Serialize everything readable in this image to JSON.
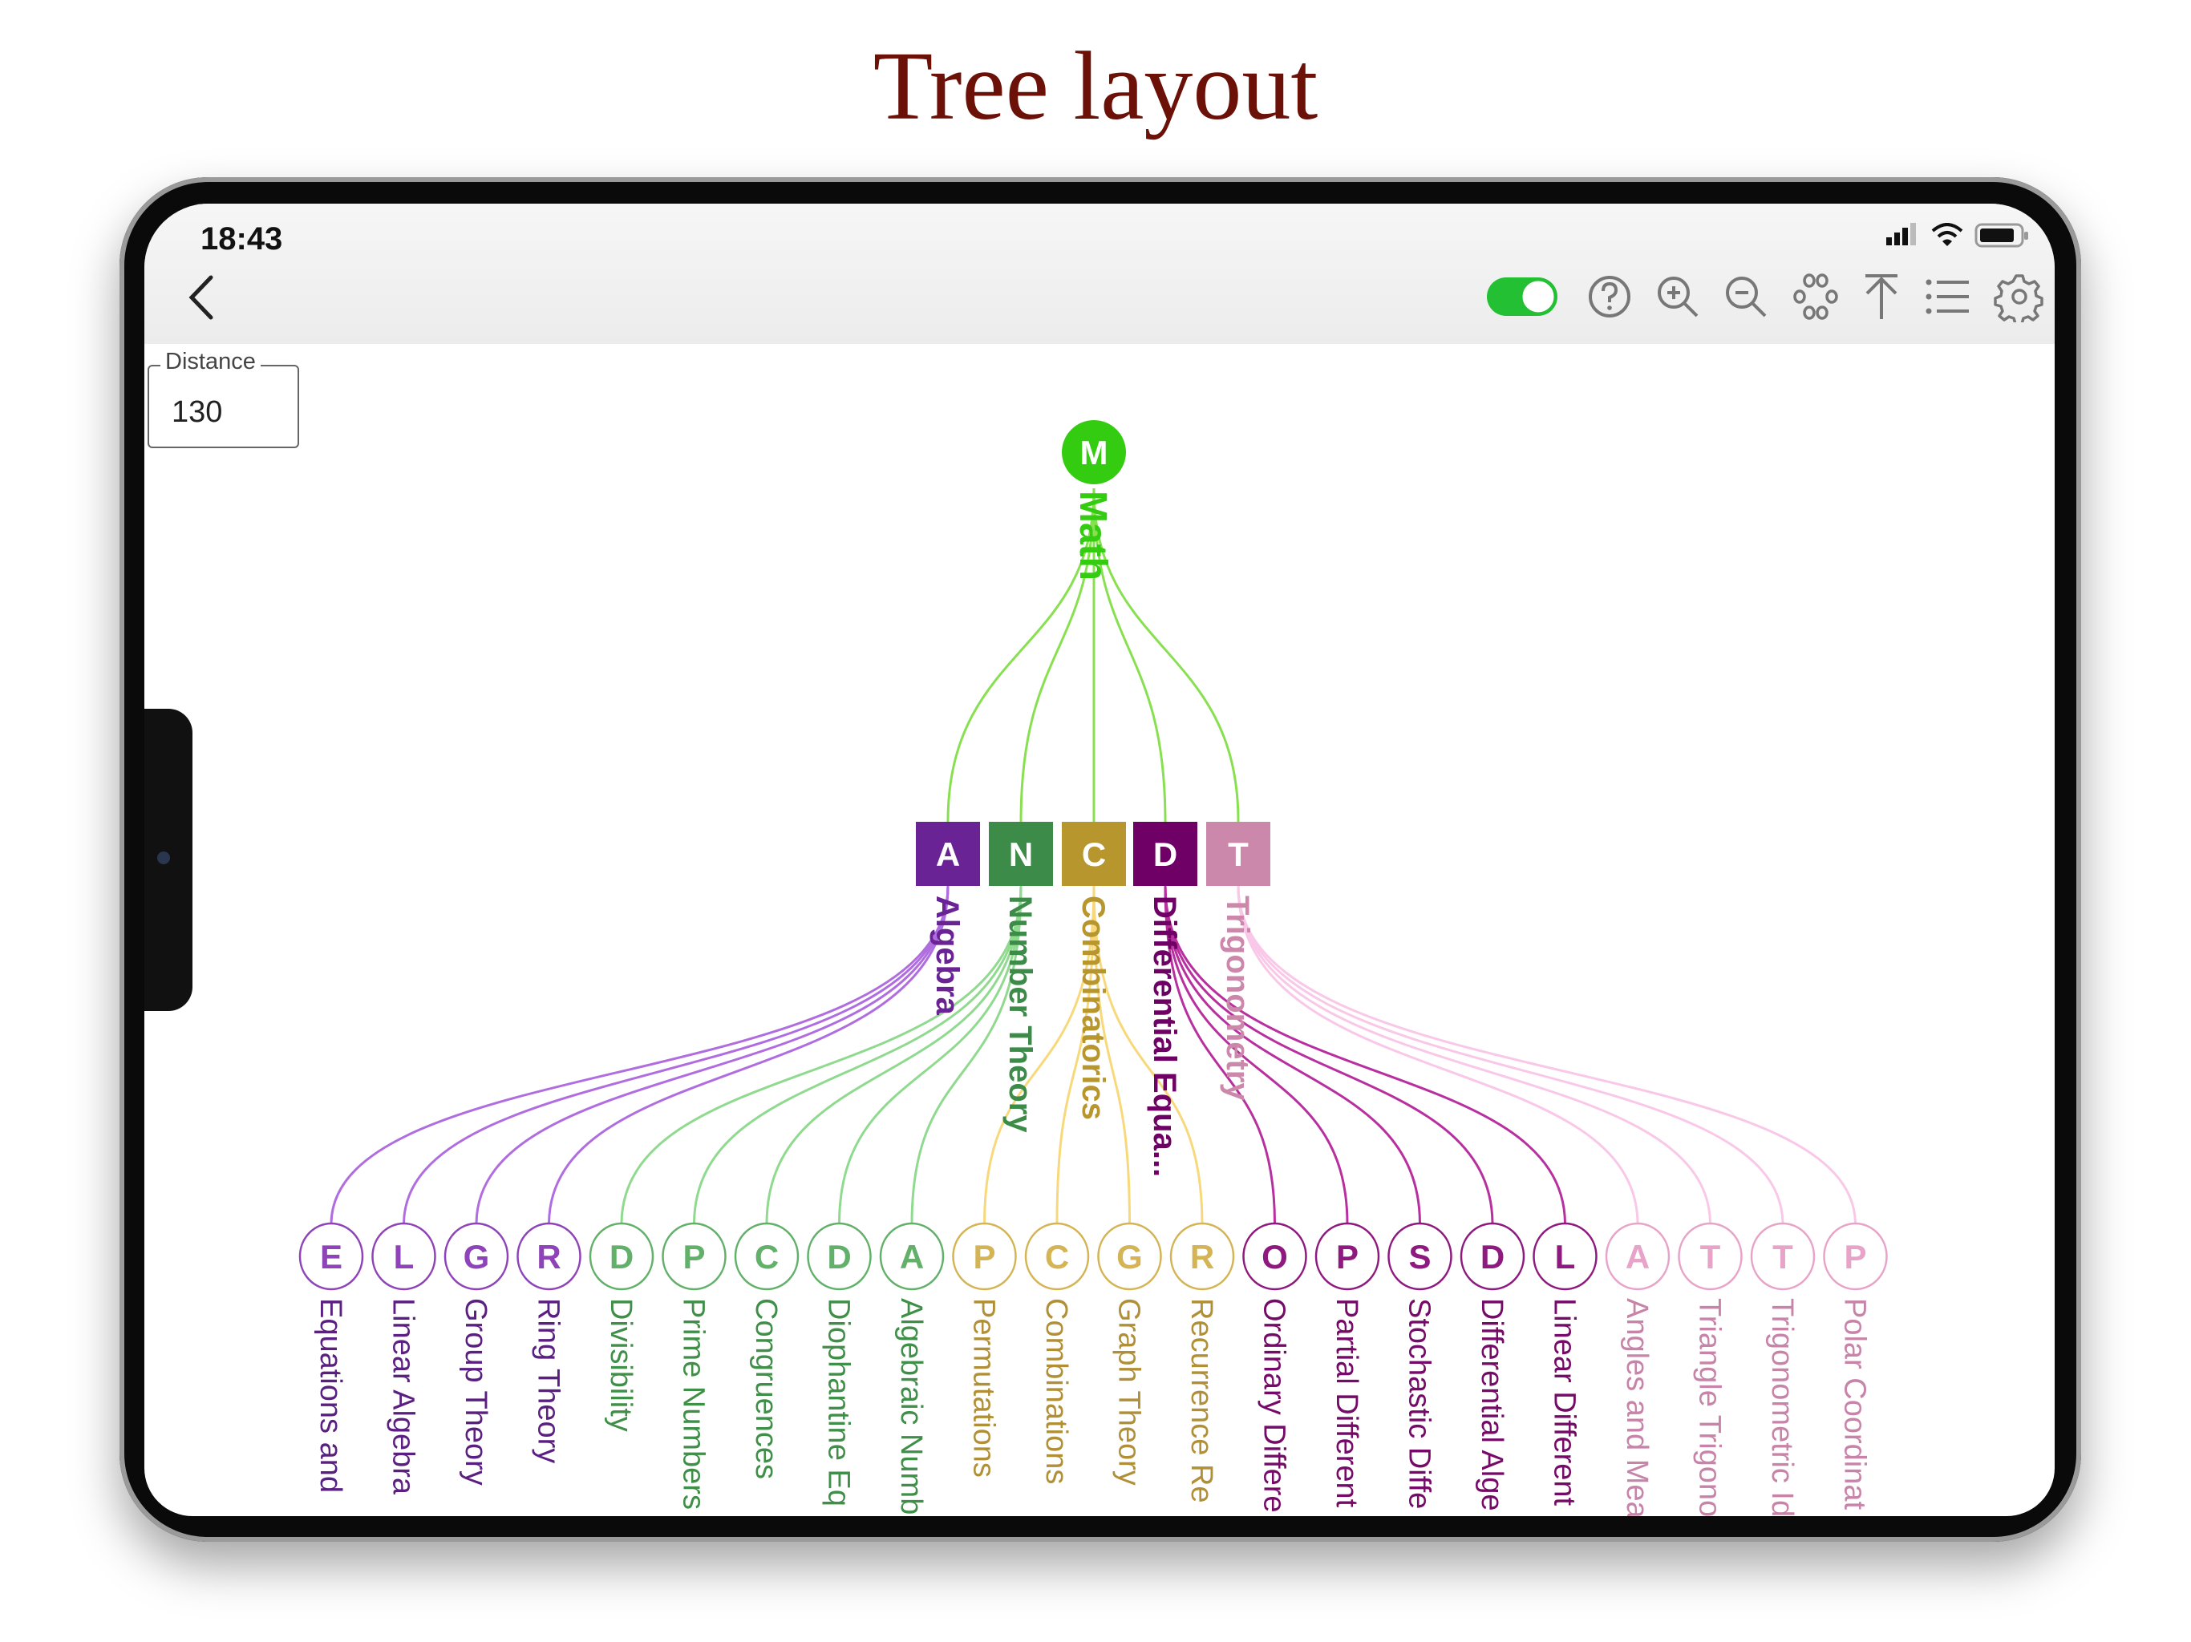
{
  "title": "Tree layout",
  "status_bar": {
    "time": "18:43"
  },
  "toolbar": {
    "toggle_on": true,
    "icons": [
      "help-icon",
      "zoom-in-icon",
      "zoom-out-icon",
      "cluster-icon",
      "scroll-top-icon",
      "list-icon",
      "settings-icon"
    ],
    "accent": "#22c032"
  },
  "distance": {
    "label": "Distance",
    "value": "130"
  },
  "tree": {
    "root": {
      "letter": "M",
      "label": "Math",
      "color": "#33cc11",
      "edge_color": "#88e050"
    },
    "branches": [
      {
        "letter": "A",
        "label": "Algebra",
        "color": "#6a2394",
        "node_color": "#8e44b8",
        "text_color": "#5a1f80",
        "edge_color": "#b06de0",
        "children": [
          {
            "letter": "E",
            "label": "Equations and"
          },
          {
            "letter": "L",
            "label": "Linear Algebra"
          },
          {
            "letter": "G",
            "label": "Group Theory"
          },
          {
            "letter": "R",
            "label": "Ring Theory"
          }
        ]
      },
      {
        "letter": "N",
        "label": "Number Theory",
        "color": "#3d8b48",
        "node_color": "#62b06a",
        "text_color": "#3f8f48",
        "edge_color": "#90da90",
        "children": [
          {
            "letter": "D",
            "label": "Divisibility"
          },
          {
            "letter": "P",
            "label": "Prime Numbers"
          },
          {
            "letter": "C",
            "label": "Congruences"
          },
          {
            "letter": "D",
            "label": "Diophantine Eq"
          },
          {
            "letter": "A",
            "label": "Algebraic Numb"
          }
        ]
      },
      {
        "letter": "C",
        "label": "Combinatorics",
        "color": "#b8962e",
        "node_color": "#d4b455",
        "text_color": "#b08f36",
        "edge_color": "#f7d97c",
        "children": [
          {
            "letter": "P",
            "label": "Permutations"
          },
          {
            "letter": "C",
            "label": "Combinations"
          },
          {
            "letter": "G",
            "label": "Graph Theory"
          },
          {
            "letter": "R",
            "label": "Recurrence Re"
          }
        ]
      },
      {
        "letter": "D",
        "label": "Differential Equa...",
        "color": "#6e0066",
        "node_color": "#8e1a80",
        "text_color": "#750a68",
        "edge_color": "#b8309f",
        "children": [
          {
            "letter": "O",
            "label": "Ordinary Differe"
          },
          {
            "letter": "P",
            "label": "Partial Different"
          },
          {
            "letter": "S",
            "label": "Stochastic Diffe"
          },
          {
            "letter": "D",
            "label": "Differential Alge"
          },
          {
            "letter": "L",
            "label": "Linear Different"
          }
        ]
      },
      {
        "letter": "T",
        "label": "Trigonometry",
        "color": "#cc88aa",
        "node_color": "#e8a4c8",
        "text_color": "#c883a8",
        "edge_color": "#f9c8e8",
        "children": [
          {
            "letter": "A",
            "label": "Angles and Mea"
          },
          {
            "letter": "T",
            "label": "Triangle Trigono"
          },
          {
            "letter": "T",
            "label": "Trigonometric Id"
          },
          {
            "letter": "P",
            "label": "Polar Coordinat"
          }
        ]
      }
    ]
  }
}
